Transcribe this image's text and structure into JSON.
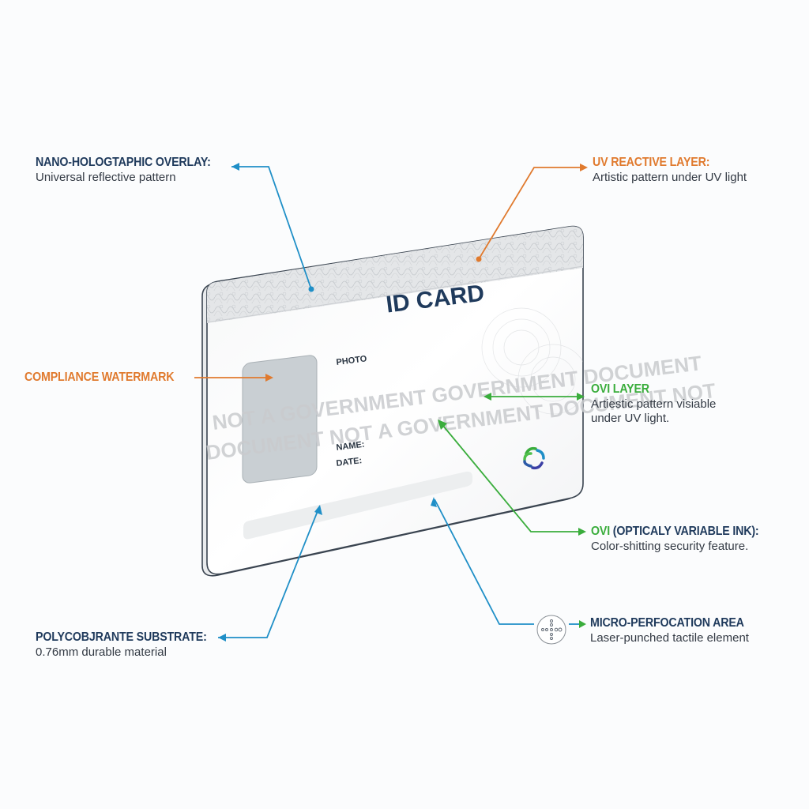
{
  "card": {
    "title": "ID CARD",
    "photo_label": "PHOTO",
    "name_label": "NAME:",
    "date_label": "DATE:",
    "watermark_line1": "NOT A GOVERNMENT GOVERNMENT DOCUMENT",
    "watermark_line2": "DOCUMENT NOT A GOVERNMENT DOCUMENT NOT"
  },
  "callouts": {
    "nano": {
      "title": "NANO-HOLOGTAPHIC OVERLAY:",
      "desc": "Universal reflective pattern",
      "color": "#1f8fc7"
    },
    "uv": {
      "title": "UV REACTIVE LAYER:",
      "desc": "Artistic pattern under UV light",
      "color": "#e07a2e"
    },
    "compliance": {
      "title": "COMPLIANCE WATERMARK",
      "color": "#e07a2e"
    },
    "ovi_layer": {
      "title": "OVI LAYER",
      "desc_line1": "Artiestic pattern visiable",
      "desc_line2": "under UV light.",
      "color": "#3aad3c"
    },
    "ovi_ink": {
      "title_prefix": "OVI",
      "title_rest": " (OPTICALY VARIABLE INK):",
      "desc": "Color-shitting security feature.",
      "color": "#3aad3c"
    },
    "micro": {
      "title": "MICRO-PERFOCATION AREA",
      "desc": "Laser-punched tactile element",
      "color": "#1f8fc7"
    },
    "substrate": {
      "title": "POLYCOBJRANTE SUBSTRATE:",
      "desc": "0.76mm durable material",
      "color": "#1f8fc7"
    }
  },
  "colors": {
    "navy": "#1f3a5c",
    "blue": "#1f8fc7",
    "orange": "#e07a2e",
    "green": "#3aad3c"
  }
}
